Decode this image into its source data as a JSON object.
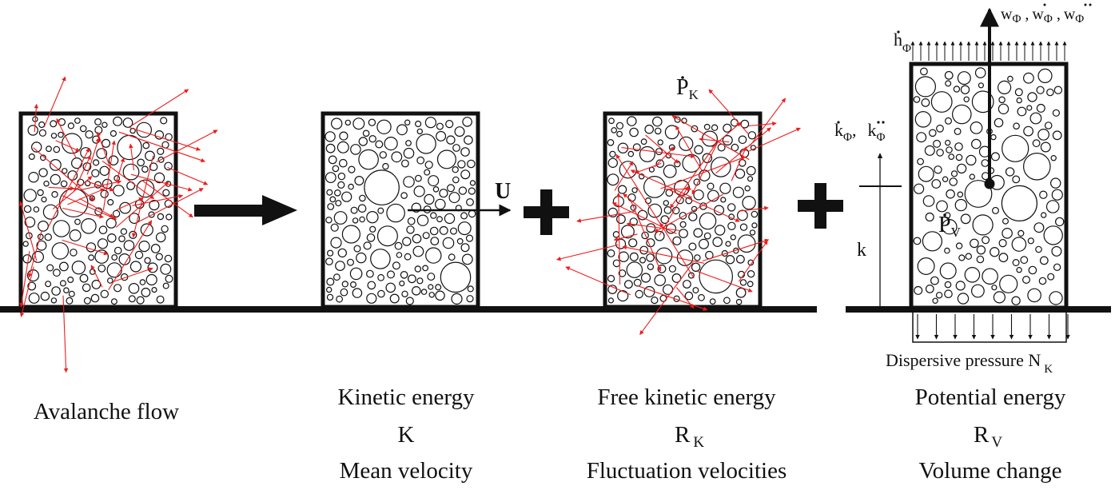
{
  "panels": {
    "avalanche": {
      "caption": "Avalanche flow"
    },
    "kinetic": {
      "title": "Kinetic energy",
      "symbol": "K",
      "desc": "Mean velocity",
      "velocity_label": "U"
    },
    "free_kinetic": {
      "title": "Free kinetic energy",
      "symbol": "R",
      "symbol_sub": "K",
      "desc": "Fluctuation velocities",
      "power_label": "P",
      "power_sub": "K"
    },
    "potential": {
      "title": "Potential energy",
      "symbol": "R",
      "symbol_sub": "V",
      "desc": "Volume change",
      "power_label": "P",
      "power_sub": "V",
      "pressure_label": "Dispersive pressure N",
      "pressure_sub": "K",
      "height_label": "k",
      "k_rate_label": "k",
      "k_rate_sub": "Φ",
      "h_label": "h",
      "h_sub": "Φ",
      "w_label": "w",
      "w_sub": "Φ"
    }
  },
  "colors": {
    "stroke": "#111111",
    "arrow_red": "#ee1c1c"
  },
  "icons": {
    "transition": "right-arrow",
    "sum": "plus-sign"
  }
}
